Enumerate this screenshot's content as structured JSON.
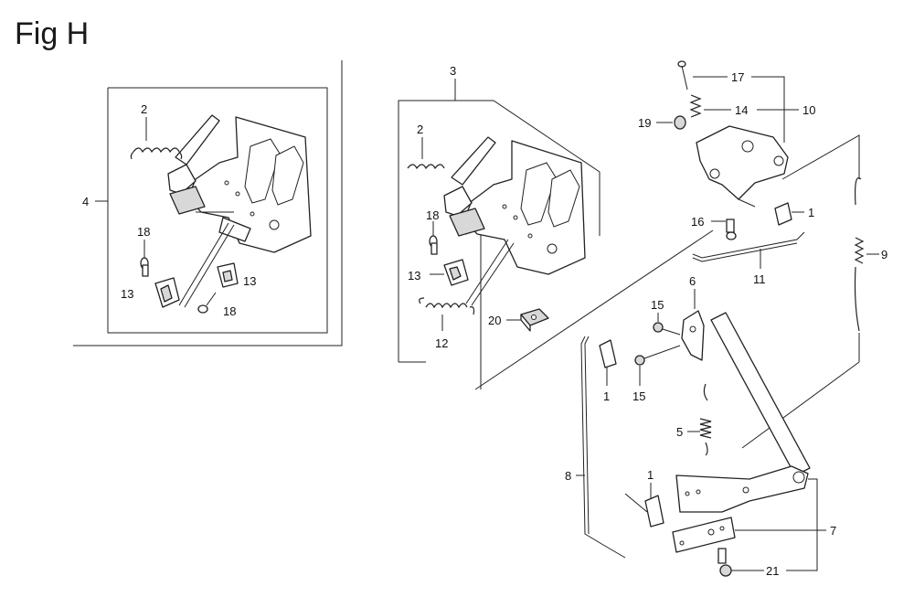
{
  "figure": {
    "title": "Fig H",
    "callouts": [
      {
        "id": "c-4",
        "label": "4"
      },
      {
        "id": "c-2a",
        "label": "2"
      },
      {
        "id": "c-18a",
        "label": "18"
      },
      {
        "id": "c-13a",
        "label": "13"
      },
      {
        "id": "c-13b",
        "label": "13"
      },
      {
        "id": "c-18b",
        "label": "18"
      },
      {
        "id": "c-3",
        "label": "3"
      },
      {
        "id": "c-2b",
        "label": "2"
      },
      {
        "id": "c-18c",
        "label": "18"
      },
      {
        "id": "c-13c",
        "label": "13"
      },
      {
        "id": "c-12",
        "label": "12"
      },
      {
        "id": "c-20",
        "label": "20"
      },
      {
        "id": "c-17",
        "label": "17"
      },
      {
        "id": "c-14",
        "label": "14"
      },
      {
        "id": "c-10",
        "label": "10"
      },
      {
        "id": "c-19",
        "label": "19"
      },
      {
        "id": "c-16",
        "label": "16"
      },
      {
        "id": "c-1a",
        "label": "1"
      },
      {
        "id": "c-9",
        "label": "9"
      },
      {
        "id": "c-11",
        "label": "11"
      },
      {
        "id": "c-6",
        "label": "6"
      },
      {
        "id": "c-15a",
        "label": "15"
      },
      {
        "id": "c-15b",
        "label": "15"
      },
      {
        "id": "c-1b",
        "label": "1"
      },
      {
        "id": "c-5",
        "label": "5"
      },
      {
        "id": "c-8",
        "label": "8"
      },
      {
        "id": "c-1c",
        "label": "1"
      },
      {
        "id": "c-7",
        "label": "7"
      },
      {
        "id": "c-21",
        "label": "21"
      }
    ]
  }
}
